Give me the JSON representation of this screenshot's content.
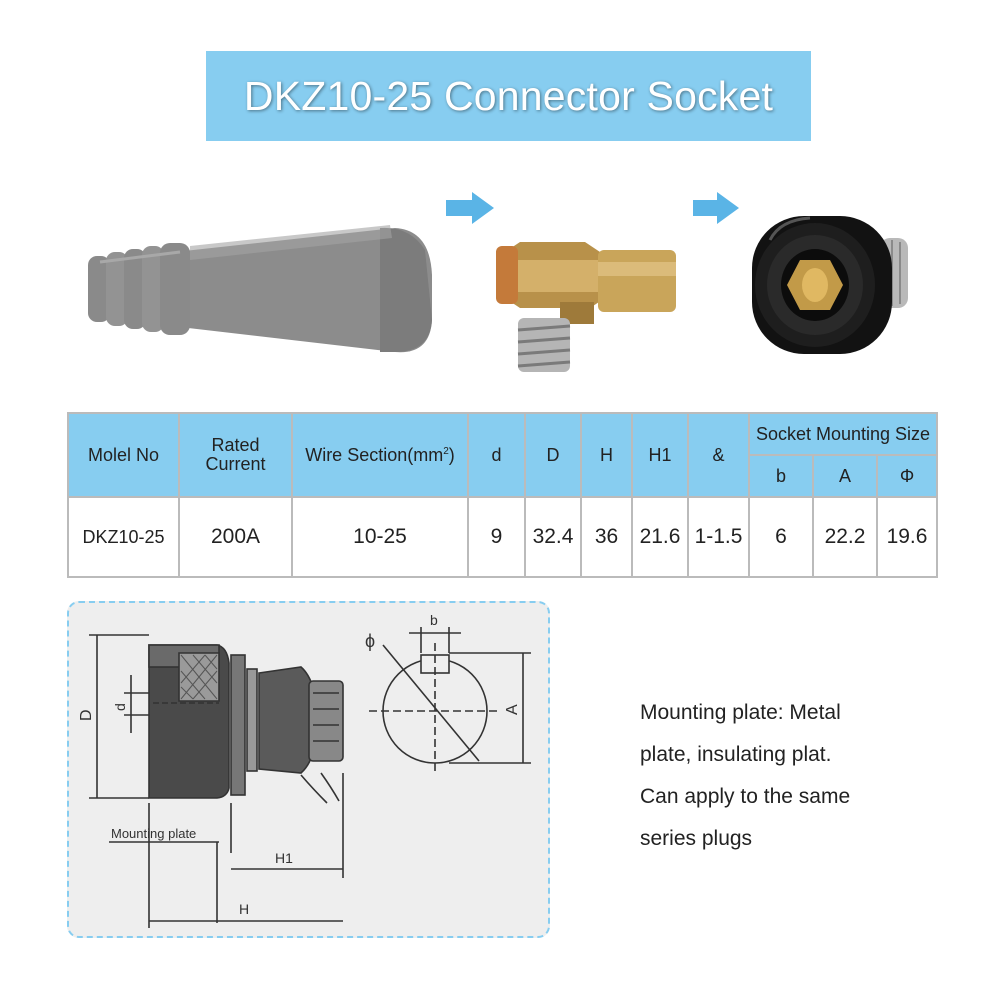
{
  "title": "DKZ10-25 Connector Socket",
  "table": {
    "headers": {
      "model": "Molel No",
      "rated_current": "Rated Current",
      "wire_section": "Wire Section(mm",
      "wire_section_sup": "2",
      "wire_section_close": ")",
      "d": "d",
      "D": "D",
      "H": "H",
      "H1": "H1",
      "amp": "&",
      "socket_mounting": "Socket Mounting Size",
      "b": "b",
      "A": "A",
      "phi": "Φ"
    },
    "row": {
      "model": "DKZ10-25",
      "rated_current": "200A",
      "wire_section": "10-25",
      "d": "9",
      "D": "32.4",
      "H": "36",
      "H1": "21.6",
      "amp": "1-1.5",
      "b": "6",
      "A": "22.2",
      "phi": "19.6"
    }
  },
  "drawing": {
    "label_D": "D",
    "label_d": "d",
    "label_mounting_plate": "Mounting plate",
    "label_H1": "H1",
    "label_H": "H",
    "label_phi": "ϕ",
    "label_b": "b",
    "label_A": "A"
  },
  "description": {
    "line1": "Mounting plate: Metal",
    "line2": "plate, insulating plat.",
    "line3": "Can apply to the same",
    "line4": "series plugs"
  },
  "colors": {
    "accent": "#87cdf0",
    "plug": "#8a8a8a",
    "brass": "#c9a55a",
    "socket": "#151515"
  },
  "icons": [
    "arrow-right-icon",
    "arrow-right-icon"
  ]
}
